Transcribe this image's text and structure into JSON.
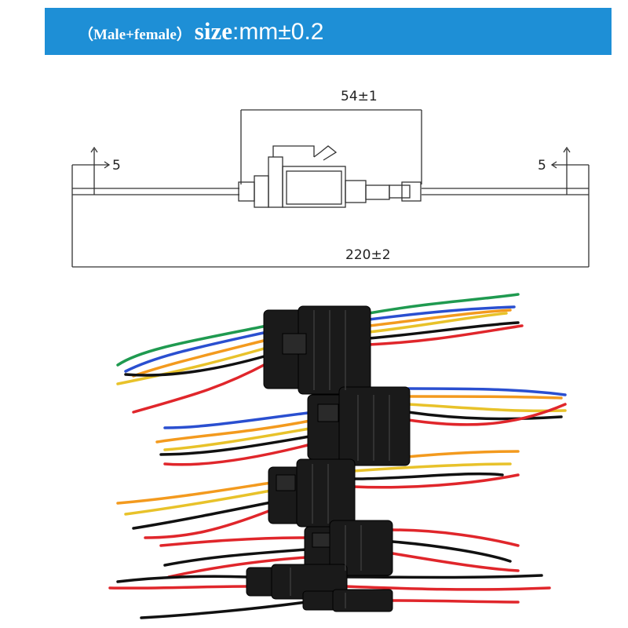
{
  "banner": {
    "subtitle": "（Male+female）",
    "size_word": "size",
    "unit": ":mm±0.2",
    "background": "#1e8fd6"
  },
  "drawing": {
    "dim_connector": "54±1",
    "dim_total": "220±2",
    "dim_left_strip": "5",
    "dim_right_strip": "5"
  },
  "photo": {
    "connector_pairs": [
      {
        "pins": 6
      },
      {
        "pins": 5
      },
      {
        "pins": 4
      },
      {
        "pins": 3
      },
      {
        "pins": 2
      },
      {
        "pins": 1
      }
    ],
    "wire_colors": [
      "#1f9a50",
      "#2a4fd0",
      "#f39a1e",
      "#e8c22a",
      "#111111",
      "#e0262b"
    ]
  }
}
